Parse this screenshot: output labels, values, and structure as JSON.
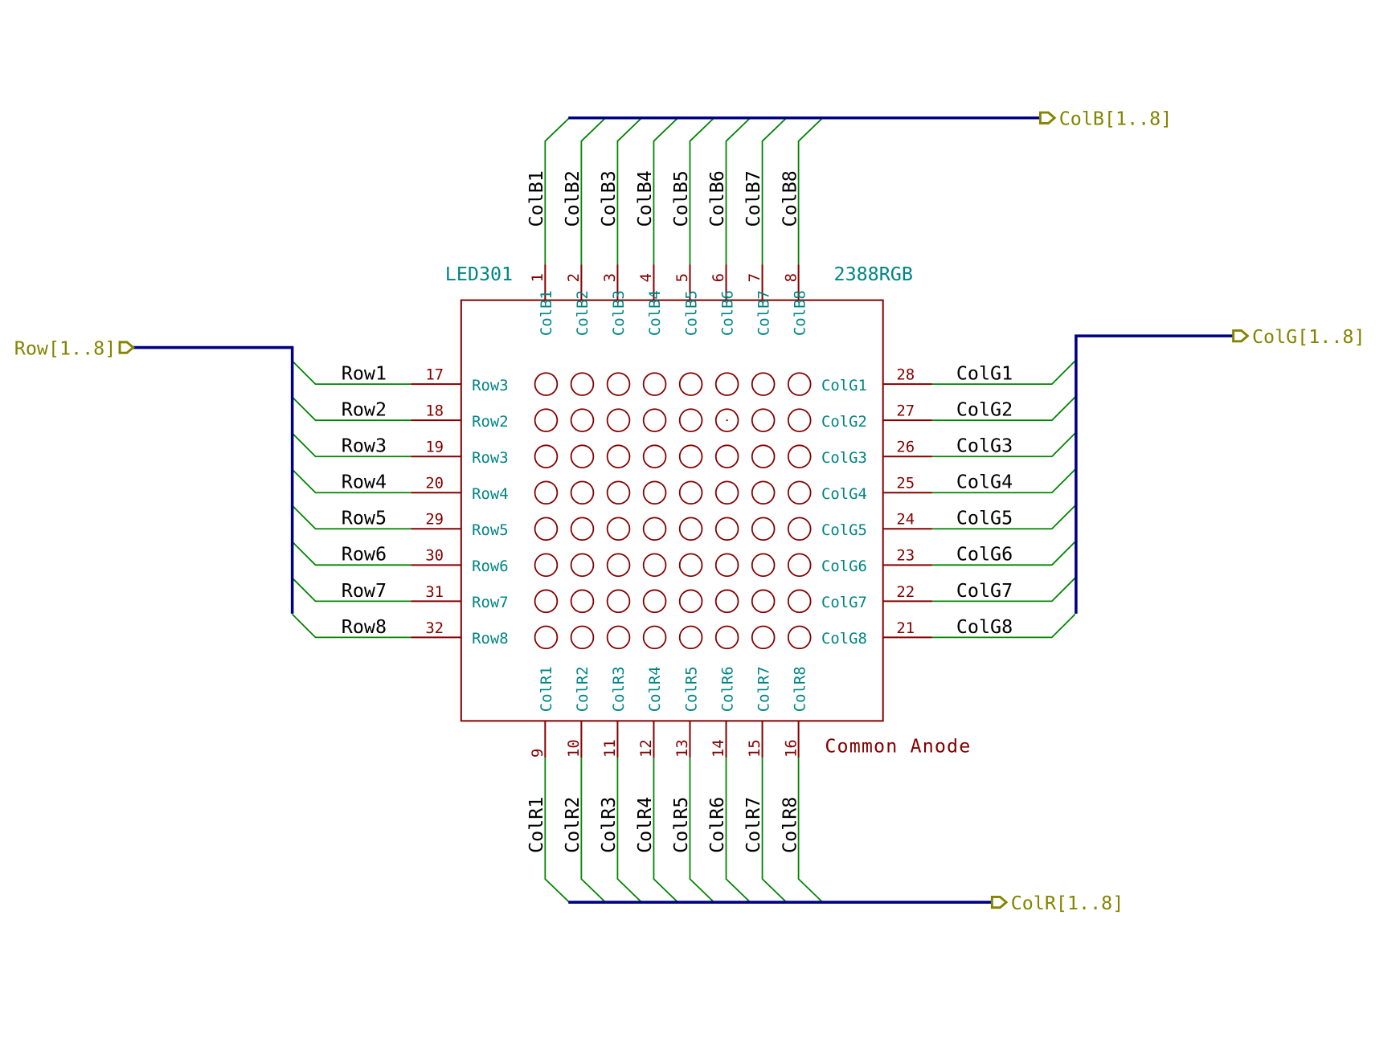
{
  "colors": {
    "wire": "#008400",
    "bus": "#000084",
    "symbol": "#840000",
    "pin_name": "#008484",
    "global_label": "#848400",
    "net_label": "#000000"
  },
  "component": {
    "reference": "LED301",
    "value": "2388RGB",
    "note": "Common Anode",
    "matrix": {
      "rows": 8,
      "cols": 8,
      "marked_led": {
        "row": 2,
        "col": 6
      }
    },
    "top_pins": [
      {
        "num": "1",
        "name": "ColB1",
        "net": "ColB1"
      },
      {
        "num": "2",
        "name": "ColB2",
        "net": "ColB2"
      },
      {
        "num": "3",
        "name": "ColB3",
        "net": "ColB3"
      },
      {
        "num": "4",
        "name": "ColB4",
        "net": "ColB4"
      },
      {
        "num": "5",
        "name": "ColB5",
        "net": "ColB5"
      },
      {
        "num": "6",
        "name": "ColB6",
        "net": "ColB6"
      },
      {
        "num": "7",
        "name": "ColB7",
        "net": "ColB7"
      },
      {
        "num": "8",
        "name": "ColB8",
        "net": "ColB8"
      }
    ],
    "bottom_pins": [
      {
        "num": "9",
        "name": "ColR1",
        "net": "ColR1"
      },
      {
        "num": "10",
        "name": "ColR2",
        "net": "ColR2"
      },
      {
        "num": "11",
        "name": "ColR3",
        "net": "ColR3"
      },
      {
        "num": "12",
        "name": "ColR4",
        "net": "ColR4"
      },
      {
        "num": "13",
        "name": "ColR5",
        "net": "ColR5"
      },
      {
        "num": "14",
        "name": "ColR6",
        "net": "ColR6"
      },
      {
        "num": "15",
        "name": "ColR7",
        "net": "ColR7"
      },
      {
        "num": "16",
        "name": "ColR8",
        "net": "ColR8"
      }
    ],
    "left_pins": [
      {
        "num": "17",
        "name": "Row3",
        "net": "Row1"
      },
      {
        "num": "18",
        "name": "Row2",
        "net": "Row2"
      },
      {
        "num": "19",
        "name": "Row3",
        "net": "Row3"
      },
      {
        "num": "20",
        "name": "Row4",
        "net": "Row4"
      },
      {
        "num": "29",
        "name": "Row5",
        "net": "Row5"
      },
      {
        "num": "30",
        "name": "Row6",
        "net": "Row6"
      },
      {
        "num": "31",
        "name": "Row7",
        "net": "Row7"
      },
      {
        "num": "32",
        "name": "Row8",
        "net": "Row8"
      }
    ],
    "right_pins": [
      {
        "num": "28",
        "name": "ColG1",
        "net": "ColG1"
      },
      {
        "num": "27",
        "name": "ColG2",
        "net": "ColG2"
      },
      {
        "num": "26",
        "name": "ColG3",
        "net": "ColG3"
      },
      {
        "num": "25",
        "name": "ColG4",
        "net": "ColG4"
      },
      {
        "num": "24",
        "name": "ColG5",
        "net": "ColG5"
      },
      {
        "num": "23",
        "name": "ColG6",
        "net": "ColG6"
      },
      {
        "num": "22",
        "name": "ColG7",
        "net": "ColG7"
      },
      {
        "num": "21",
        "name": "ColG8",
        "net": "ColG8"
      }
    ]
  },
  "global_labels": {
    "top": "ColB[1..8]",
    "right": "ColG[1..8]",
    "bottom": "ColR[1..8]",
    "left": "Row[1..8]"
  }
}
